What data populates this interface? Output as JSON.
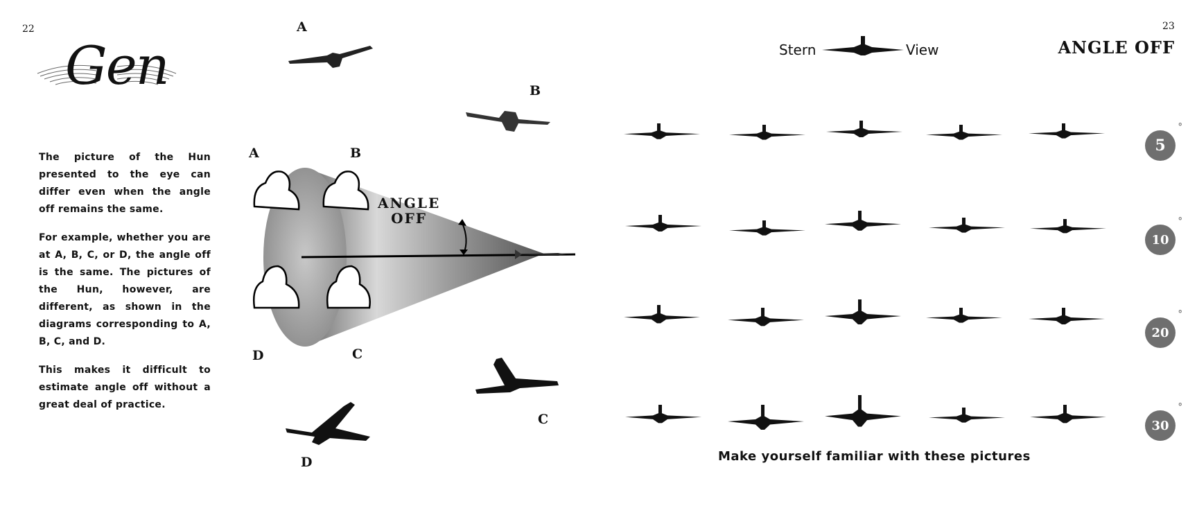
{
  "page": {
    "left_number": "22",
    "right_number": "23",
    "title": "ANGLE OFF",
    "logo_text": "Gen"
  },
  "left_text": {
    "para1": "The picture of the Hun presented to the eye can differ even when the angle off remains the same.",
    "para2": "For example, whether you are at A, B, C, or D, the angle off is the same. The pictures of the Hun, however, are different, as shown in the diagrams corresponding to A, B, C, and D.",
    "para3": "This makes it difficult to estimate angle off without a great deal of practice."
  },
  "diagram": {
    "label_a": "A",
    "label_b": "B",
    "label_c": "C",
    "label_d": "D",
    "cone_label": "ANGLE\nOFF"
  },
  "plane_labels": {
    "a": "A",
    "b": "B",
    "c": "C",
    "d": "D"
  },
  "stern_view": {
    "left": "Stern",
    "right": "View"
  },
  "angles": [
    "5",
    "10",
    "20",
    "30"
  ],
  "degree_symbol": "°",
  "caption": "Make yourself familiar with these pictures"
}
